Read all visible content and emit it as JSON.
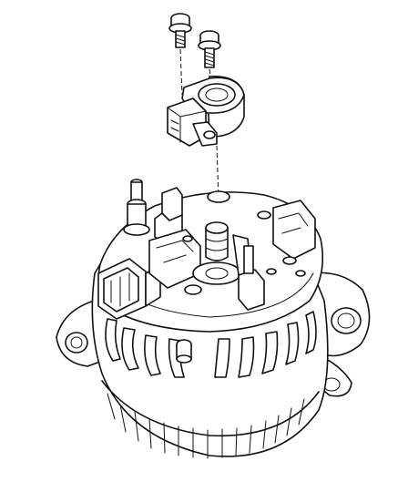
{
  "diagram": {
    "kind": "exploded-view",
    "style": "line-art",
    "colors": {
      "line": "#111111",
      "background": "#ffffff"
    },
    "parts": [
      {
        "id": "bolt",
        "icon": "flange-bolt-icon",
        "quantity": 2
      },
      {
        "id": "brush-holder",
        "icon": "brush-holder-icon"
      },
      {
        "id": "alternator",
        "icon": "alternator-icon"
      }
    ]
  }
}
